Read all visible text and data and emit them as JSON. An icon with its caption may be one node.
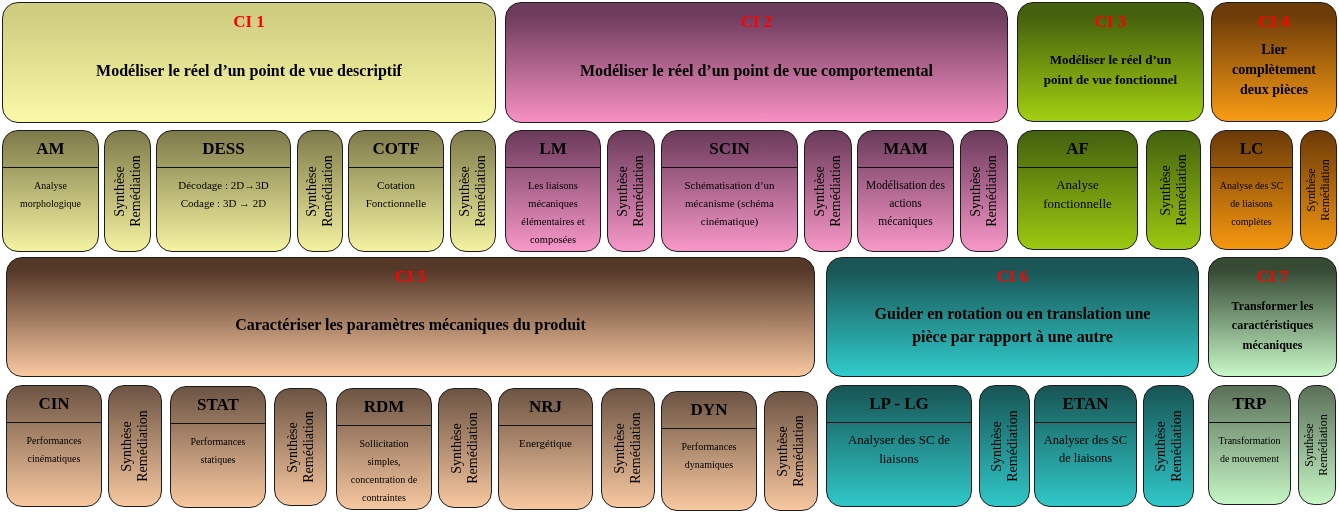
{
  "diagram": {
    "nodes": [
      {
        "text": [
          "CI 1",
          "Modéliser le réel d’un point de vue descriptif"
        ]
      },
      {
        "text": [
          "CI 2",
          "Modéliser le réel d’un point de vue comportemental"
        ]
      },
      {
        "text": [
          "CI 3",
          "Modéliser le réel d’un point de vue fonctionnel"
        ]
      },
      {
        "text": [
          "CI 4",
          "Lier complètement deux pièces"
        ]
      },
      {
        "text": [
          "AM",
          "Analyse morphologique"
        ]
      },
      {
        "text": [
          "Synthèse Remédiation"
        ]
      },
      {
        "text": [
          "DESS",
          "Décodage : 2D→3D Codage : 3D → 2D"
        ]
      },
      {
        "text": [
          "Synthèse Remédiation"
        ]
      },
      {
        "text": [
          "COTF",
          "Cotation Fonctionnelle"
        ]
      },
      {
        "text": [
          "Synthèse Remédiation"
        ]
      },
      {
        "text": [
          "LM",
          "Les liaisons mécaniques élémentaires et composées"
        ]
      },
      {
        "text": [
          "Synthèse Remédiation"
        ]
      },
      {
        "text": [
          "SCIN",
          "Schématisation d’un mécanisme (schéma cinématique)"
        ]
      },
      {
        "text": [
          "Synthèse Remédiation"
        ]
      },
      {
        "text": [
          "MAM",
          "Modélisation des actions mécaniques"
        ]
      },
      {
        "text": [
          "Synthèse Remédiation"
        ]
      },
      {
        "text": [
          "AF",
          "Analyse fonctionnelle"
        ]
      },
      {
        "text": [
          "Synthèse Remédiation"
        ]
      },
      {
        "text": [
          "LC",
          "Analyse des SC de liaisons complètes"
        ]
      },
      {
        "text": [
          "Synthèse Remédiation"
        ]
      },
      {
        "text": [
          "CI 5",
          "Caractériser les paramètres mécaniques du produit"
        ]
      },
      {
        "text": [
          "CI 6",
          "Guider en rotation ou en translation une pièce par rapport à une autre"
        ]
      },
      {
        "text": [
          "CI 7",
          "Transformer les caractéristiques mécaniques"
        ]
      },
      {
        "text": [
          "CIN",
          "Performances cinématiques"
        ]
      },
      {
        "text": [
          "Synthèse Remédiation"
        ]
      },
      {
        "text": [
          "STAT",
          "Performances statiques"
        ]
      },
      {
        "text": [
          "Synthèse Remédiation"
        ]
      },
      {
        "text": [
          "RDM",
          "Sollicitation simples, concentration de contraintes"
        ]
      },
      {
        "text": [
          "Synthèse Remédiation"
        ]
      },
      {
        "text": [
          "NRJ",
          "Energétique"
        ]
      },
      {
        "text": [
          "Synthèse Remédiation"
        ]
      },
      {
        "text": [
          "DYN",
          "Performances dynamiques"
        ]
      },
      {
        "text": [
          "Synthèse Remédiation"
        ]
      },
      {
        "text": [
          "LP - LG",
          "Analyser des SC de liaisons"
        ]
      },
      {
        "text": [
          "Synthèse Remédiation"
        ]
      },
      {
        "text": [
          "ETAN",
          "Analyser des SC de liaisons"
        ]
      },
      {
        "text": [
          "Synthèse Remédiation"
        ]
      },
      {
        "text": [
          "TRP",
          "Transformation de mouvement"
        ]
      },
      {
        "text": [
          "Synthèse Remédiation"
        ]
      }
    ]
  }
}
